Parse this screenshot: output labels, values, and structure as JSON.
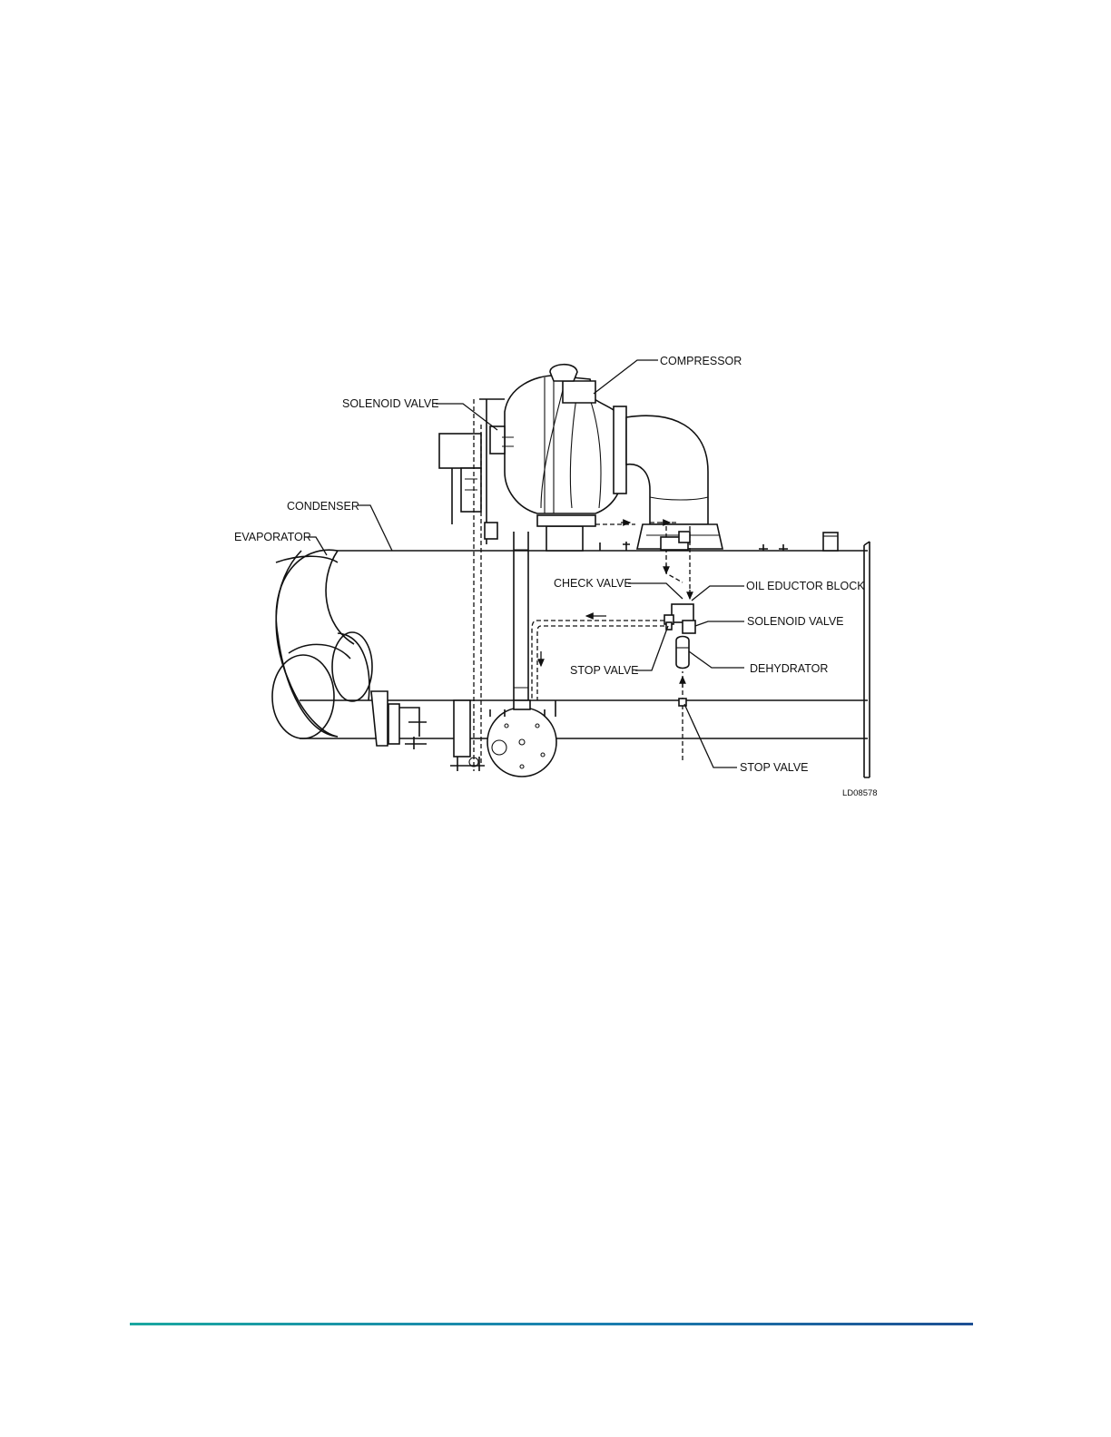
{
  "figure": {
    "labels": {
      "compressor": "COMPRESSOR",
      "solenoid_valve_top": "SOLENOID VALVE",
      "condenser": "CONDENSER",
      "evaporator": "EVAPORATOR",
      "check_valve": "CHECK VALVE",
      "oil_eductor_block": "OIL EDUCTOR BLOCK",
      "solenoid_valve_right": "SOLENOID VALVE",
      "stop_valve_left": "STOP VALVE",
      "dehydrator": "DEHYDRATOR",
      "stop_valve_bottom": "STOP VALVE"
    },
    "drawing_code": "LD08578"
  },
  "colors": {
    "line": "#111111",
    "rule_start": "#1aa7a0",
    "rule_end": "#1d4f93"
  }
}
